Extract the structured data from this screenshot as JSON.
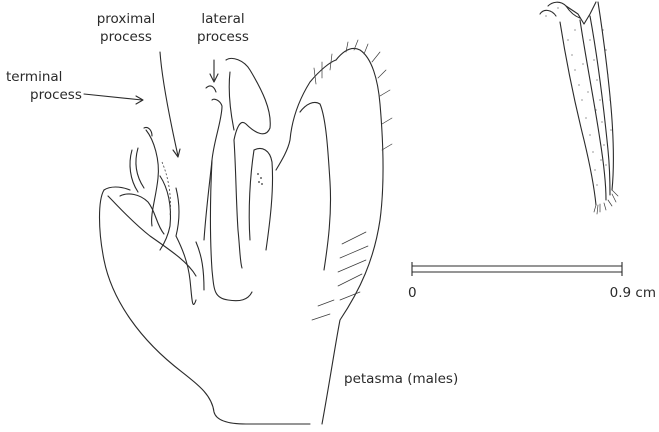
{
  "labels": {
    "proximal_line1": "proximal",
    "proximal_line2": "process",
    "lateral_line1": "lateral",
    "lateral_line2": "process",
    "terminal_line1": "terminal",
    "terminal_line2": "process",
    "petasma": "petasma (males)"
  },
  "scale_bar": {
    "start_label": "0",
    "end_label": "0.9 cm"
  },
  "icons": [
    "petasma-drawing",
    "antenna-drawing",
    "arrow-icon"
  ],
  "colors": {
    "ink": "#2b2b2b",
    "background": "#ffffff"
  }
}
